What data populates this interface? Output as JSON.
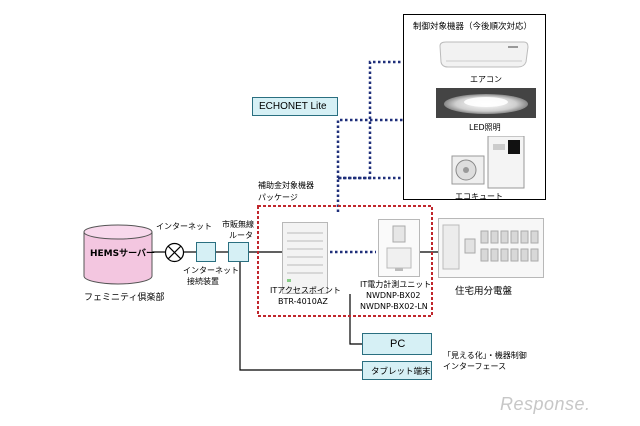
{
  "target_devices": {
    "title": "制御対象機器（今後順次対応）",
    "items": [
      {
        "label": "エアコン",
        "icon": "air-conditioner-icon"
      },
      {
        "label": "LED照明",
        "icon": "led-light-icon"
      },
      {
        "label": "エコキュート",
        "icon": "heat-pump-icon"
      }
    ]
  },
  "echonet_label": "ECHONET Lite",
  "subsidy": {
    "line1": "補助金対象機器",
    "line2": "パッケージ"
  },
  "hems": {
    "label": "HEMSサーバー",
    "caption": "フェミニティ倶楽部"
  },
  "internet_label": "インターネット",
  "internet_device": {
    "line1": "インターネット",
    "line2": "接続装置"
  },
  "router": {
    "line1": "市販無線",
    "line2": "ルータ"
  },
  "access_point": {
    "line1": "ITアクセスポイント",
    "line2": "BTR-4010AZ"
  },
  "power_unit": {
    "line1": "IT電力計測ユニット",
    "line2": "NWDNP-BX02",
    "line3": "NWDNP-BX02-LN"
  },
  "panel_label": "住宅用分電盤",
  "pc_label": "PC",
  "tablet_label": "タブレット端末",
  "interface": {
    "line1": "「見える化」・機器制御",
    "line2": "インターフェース"
  },
  "watermark": "Response.",
  "colors": {
    "accent_red": "#c0272d",
    "link_blue": "#1f2f7a",
    "cyan_fill": "#d6f0f5"
  }
}
